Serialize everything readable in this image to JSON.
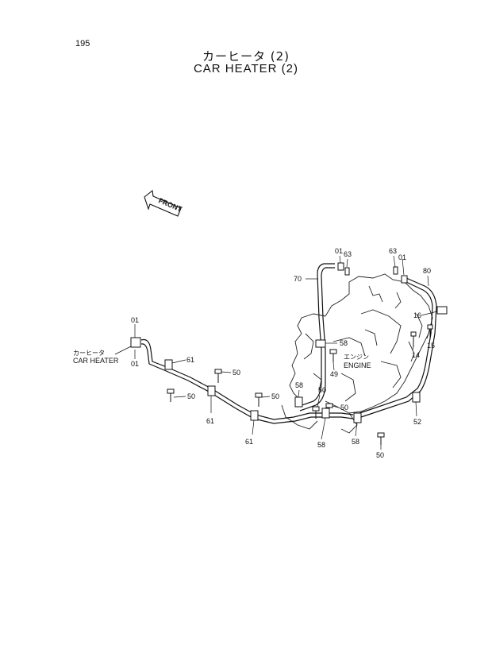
{
  "page_number": "195",
  "title": {
    "jp": "カーヒータ (2)",
    "en": "CAR HEATER (2)"
  },
  "front_marker": "FRONT",
  "assembly_labels": {
    "car_heater": {
      "jp": "カーヒータ",
      "en": "CAR HEATER"
    },
    "engine": {
      "jp": "エンジン",
      "en": "ENGINE"
    }
  },
  "part_callouts": {
    "c01a": "01",
    "c63a": "63",
    "c63b": "63",
    "c01b": "01",
    "c80": "80",
    "c70": "70",
    "c16": "16",
    "c15": "15",
    "c14": "14",
    "c58a": "58",
    "c49": "49",
    "c01c": "01",
    "c01d": "01",
    "c61a": "61",
    "c50a": "50",
    "c50b": "50",
    "c61b": "61",
    "c50c": "50",
    "c58b": "58",
    "c50d": "50",
    "c61c": "61",
    "c50e": "50",
    "c58c": "58",
    "c58d": "58",
    "c52": "52",
    "c50f": "50"
  }
}
